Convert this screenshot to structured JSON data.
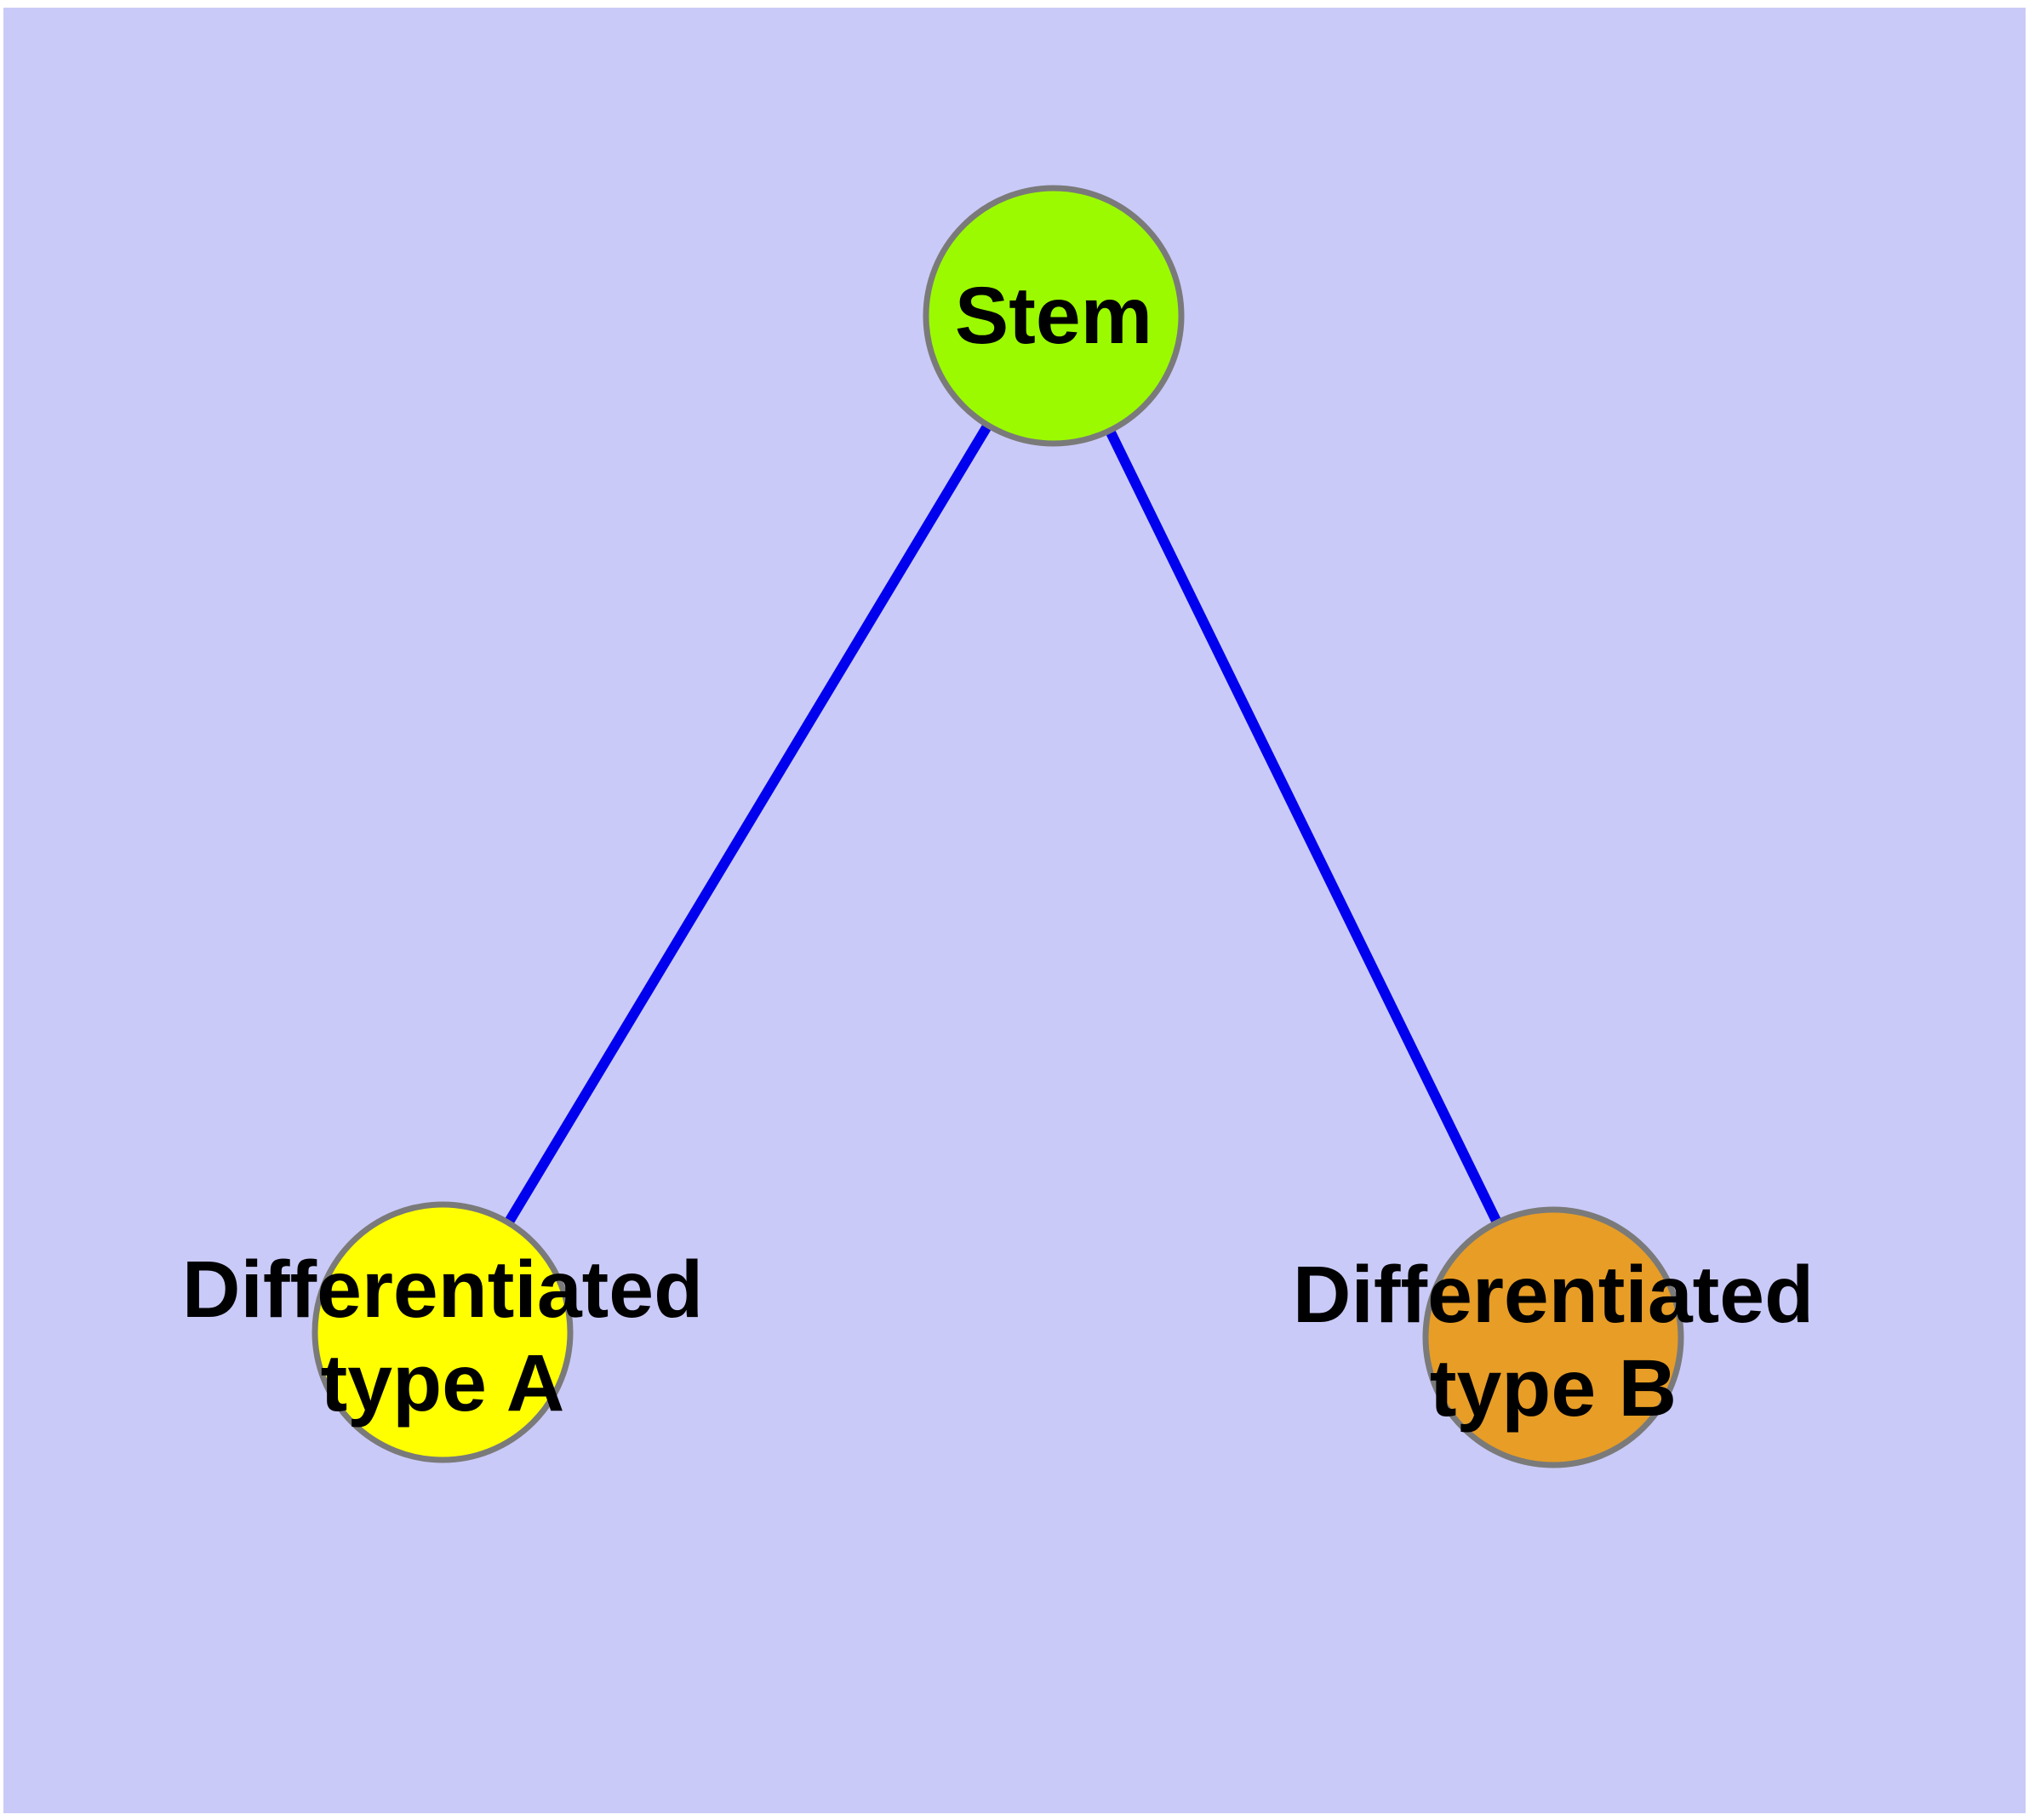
{
  "diagram": {
    "type": "graph",
    "background_color": "#FFFFFF",
    "panel_color": "#CACAF8",
    "edge_color": "#0000EE",
    "node_border_color": "#7A7A7A",
    "label_color": "#000000",
    "nodes": [
      {
        "id": "stem",
        "label": "Stem",
        "lines": [
          "Stem"
        ],
        "fill": "#9BFA00"
      },
      {
        "id": "differentiated-type-a",
        "label": "Differentiated type A",
        "lines": [
          "Differentiated",
          "type A"
        ],
        "fill": "#FFFF00"
      },
      {
        "id": "differentiated-type-b",
        "label": "Differentiated type B",
        "lines": [
          "Differentiated",
          "type B"
        ],
        "fill": "#E79D26"
      }
    ],
    "edges": [
      {
        "from": "stem",
        "to": "differentiated-type-a"
      },
      {
        "from": "stem",
        "to": "differentiated-type-b"
      }
    ]
  }
}
